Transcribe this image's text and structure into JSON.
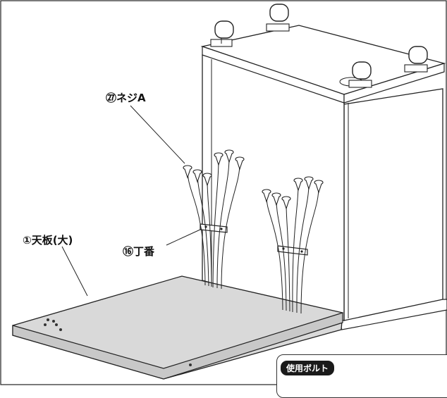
{
  "labels": {
    "screw": "㉗ネジA",
    "top_board": "①天板(大)",
    "hinge": "⑯丁番",
    "bolt_box": "使用ボルト"
  },
  "colors": {
    "board": "#d9d9d9",
    "line": "#222222",
    "panel": "#ffffff"
  }
}
